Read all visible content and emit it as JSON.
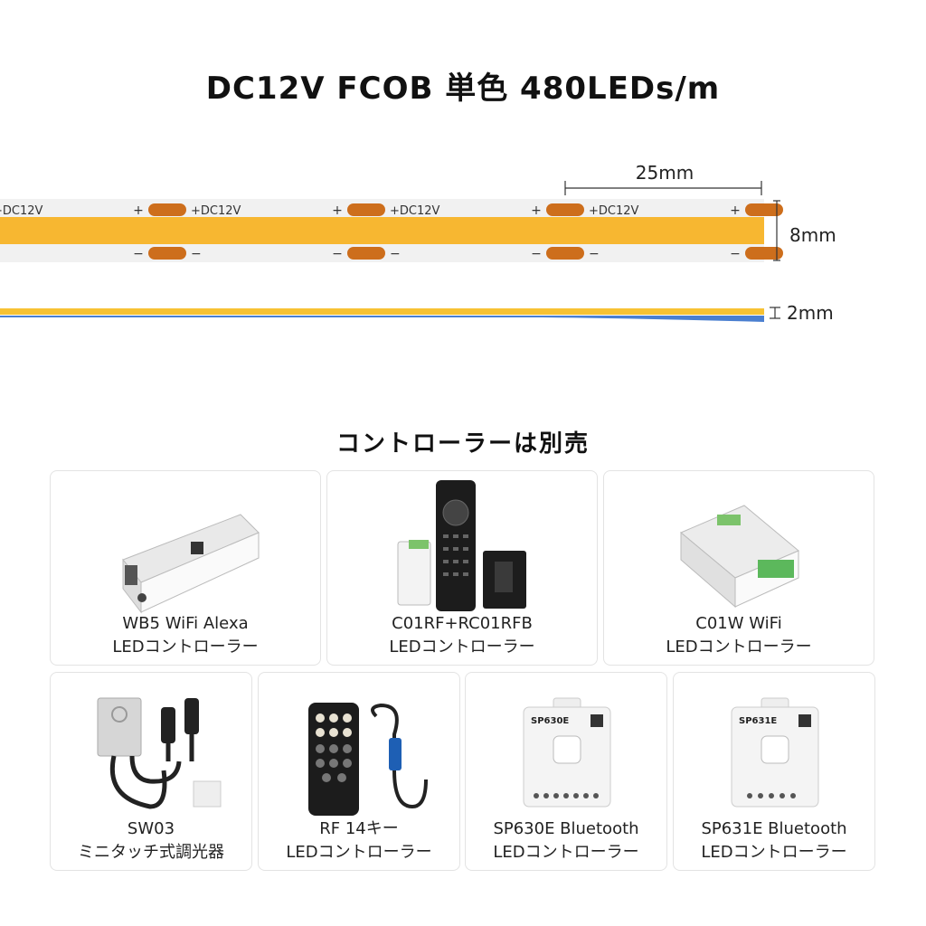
{
  "title": "DC12V FCOB 単色 480LEDs/m",
  "strip": {
    "pad_label": "+DC12V",
    "plus": "+",
    "minus": "−",
    "cut_length": "25mm",
    "width": "8mm",
    "thickness": "2mm",
    "colors": {
      "led": "#f7b731",
      "pad": "#cd6e1c",
      "pcb": "#f1f1f1",
      "side_blue": "#4a7fd0"
    }
  },
  "subtitle": "コントローラーは別売",
  "products": [
    {
      "name": "WB5 WiFi Alexa",
      "sub": "LEDコントローラー",
      "icon": "wifi-controller-icon"
    },
    {
      "name": "C01RF+RC01RFB",
      "sub": "LEDコントローラー",
      "icon": "rf-remote-controller-icon"
    },
    {
      "name": "C01W WiFi",
      "sub": "LEDコントローラー",
      "icon": "wifi-controller-icon"
    },
    {
      "name": "SW03",
      "sub": "ミニタッチ式調光器",
      "icon": "touch-dimmer-icon"
    },
    {
      "name": "RF 14キー",
      "sub": "LEDコントローラー",
      "icon": "rf-14key-remote-icon"
    },
    {
      "name": "SP630E Bluetooth",
      "sub": "LEDコントローラー",
      "icon": "bluetooth-controller-icon",
      "label": "SP630E"
    },
    {
      "name": "SP631E Bluetooth",
      "sub": "LEDコントローラー",
      "icon": "bluetooth-controller-icon",
      "label": "SP631E"
    }
  ]
}
